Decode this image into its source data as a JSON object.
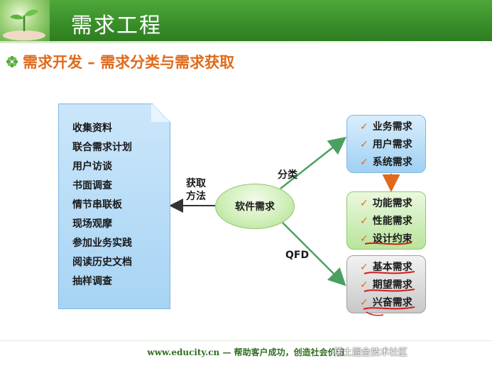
{
  "header": {
    "title": "需求工程"
  },
  "subtitle": "需求开发 – 需求分类与需求获取",
  "methods_box": {
    "items": [
      "收集资料",
      "联合需求计划",
      "用户访谈",
      "书面调查",
      "情节串联板",
      "现场观摩",
      "参加业务实践",
      "阅读历史文档",
      "抽样调查"
    ]
  },
  "center": {
    "label": "软件需求"
  },
  "edges": {
    "acquire_line1": "获取",
    "acquire_line2": "方法",
    "classify": "分类",
    "qfd": "QFD"
  },
  "categories": {
    "business": [
      "业务需求",
      "用户需求",
      "系统需求"
    ],
    "functional": [
      "功能需求",
      "性能需求",
      "设计约束"
    ],
    "qfd": [
      "基本需求",
      "期望需求",
      "兴奋需求"
    ]
  },
  "check_glyph": "✓",
  "footer": "www.educity.cn — 帮助客户成功，创造社会价值",
  "watermark": "稀土掘金技术社区",
  "colors": {
    "header_green": "#3a8f2a",
    "accent_orange": "#e06a1b",
    "arrow_green": "#4aa060",
    "mark_red": "#d41b1b"
  }
}
